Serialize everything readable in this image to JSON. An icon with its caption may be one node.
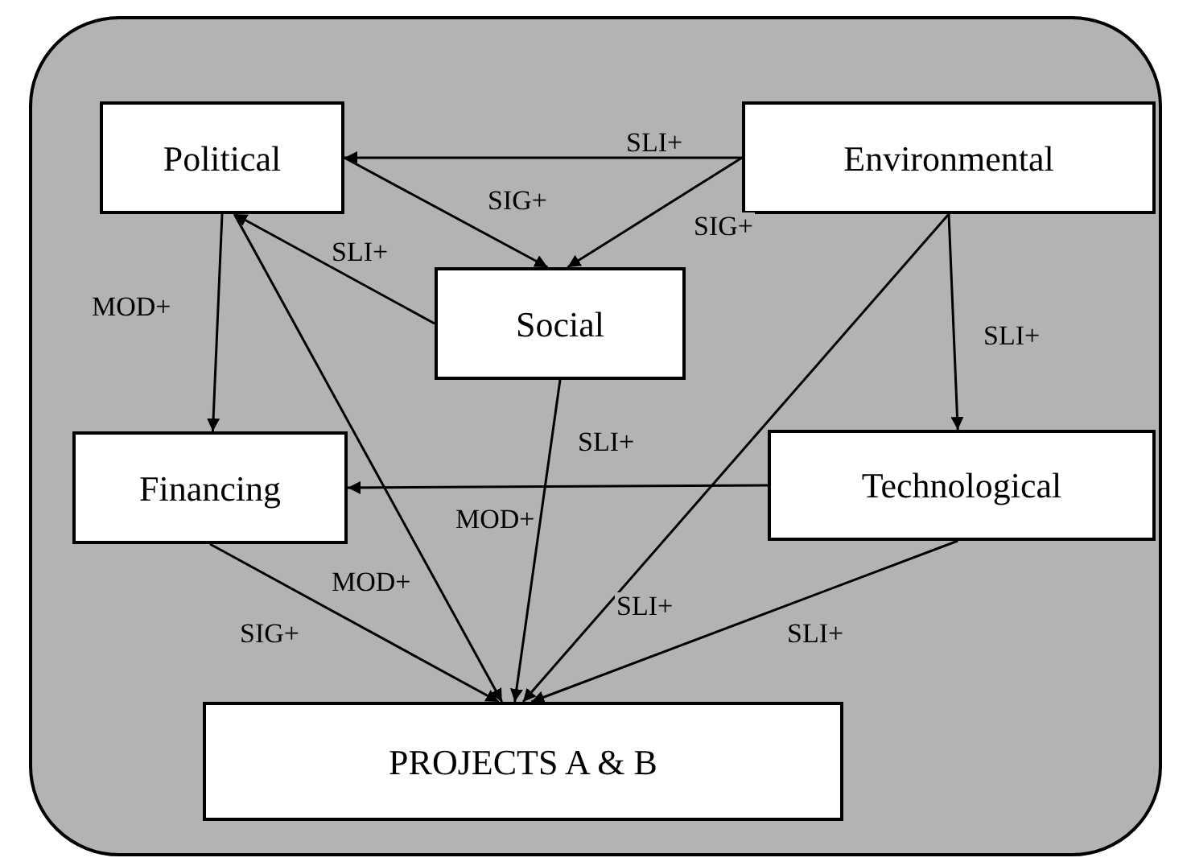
{
  "diagram": {
    "nodes": [
      {
        "text": [
          "Political"
        ]
      },
      {
        "text": [
          "Environmental"
        ]
      },
      {
        "text": [
          "Social"
        ]
      },
      {
        "text": [
          "Financing"
        ]
      },
      {
        "text": [
          "Technological"
        ]
      },
      {
        "text": [
          "PROJECTS A & B"
        ]
      }
    ],
    "edges": [
      {
        "from": 1,
        "to": 0,
        "arrow": "to",
        "label": "SLI+"
      },
      {
        "from": 0,
        "to": 2,
        "arrow": "to",
        "label": "SIG+"
      },
      {
        "from": 1,
        "to": 2,
        "arrow": "to",
        "label": "SIG+"
      },
      {
        "from": 2,
        "to": 0,
        "arrow": "to",
        "label": "SLI+"
      },
      {
        "from": 0,
        "to": 3,
        "arrow": "to",
        "label": "MOD+"
      },
      {
        "from": 1,
        "to": 4,
        "arrow": "to",
        "label": "SLI+"
      },
      {
        "from": 4,
        "to": 3,
        "arrow": "to",
        "label": "MOD+"
      },
      {
        "from": 0,
        "to": 5,
        "arrow": "to",
        "label": "MOD+"
      },
      {
        "from": 3,
        "to": 5,
        "arrow": "to",
        "label": "SIG+"
      },
      {
        "from": 2,
        "to": 5,
        "arrow": "to",
        "label": "SLI+"
      },
      {
        "from": 1,
        "to": 5,
        "arrow": "to",
        "label": "SLI+"
      },
      {
        "from": 4,
        "to": 5,
        "arrow": "to",
        "label": "SLI+"
      }
    ]
  }
}
